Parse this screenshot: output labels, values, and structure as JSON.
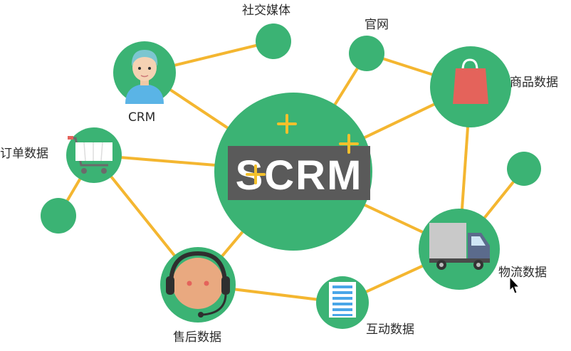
{
  "hub": {
    "label": "SCRM"
  },
  "nodes": {
    "crm": "CRM",
    "social": "社交媒体",
    "website": "官网",
    "product": "商品数据",
    "order": "订单数据",
    "logistics": "物流数据",
    "aftersales": "售后数据",
    "interaction": "互动数据"
  },
  "colors": {
    "node_green": "#3bb374",
    "link_yellow": "#f4b630",
    "hub_box": "#5a5a5a",
    "plus": "#f3c02c",
    "bag": "#e4635b",
    "truck_body": "#c9c9c9",
    "truck_cab": "#5b6b8c",
    "headset_face": "#e9a980",
    "doc_blue": "#4aa6e8"
  },
  "icons": [
    "person-avatar-icon",
    "shopping-bag-icon",
    "shopping-cart-icon",
    "truck-icon",
    "headset-icon",
    "document-list-icon",
    "plus-sparkle-icon",
    "mouse-cursor-icon"
  ]
}
